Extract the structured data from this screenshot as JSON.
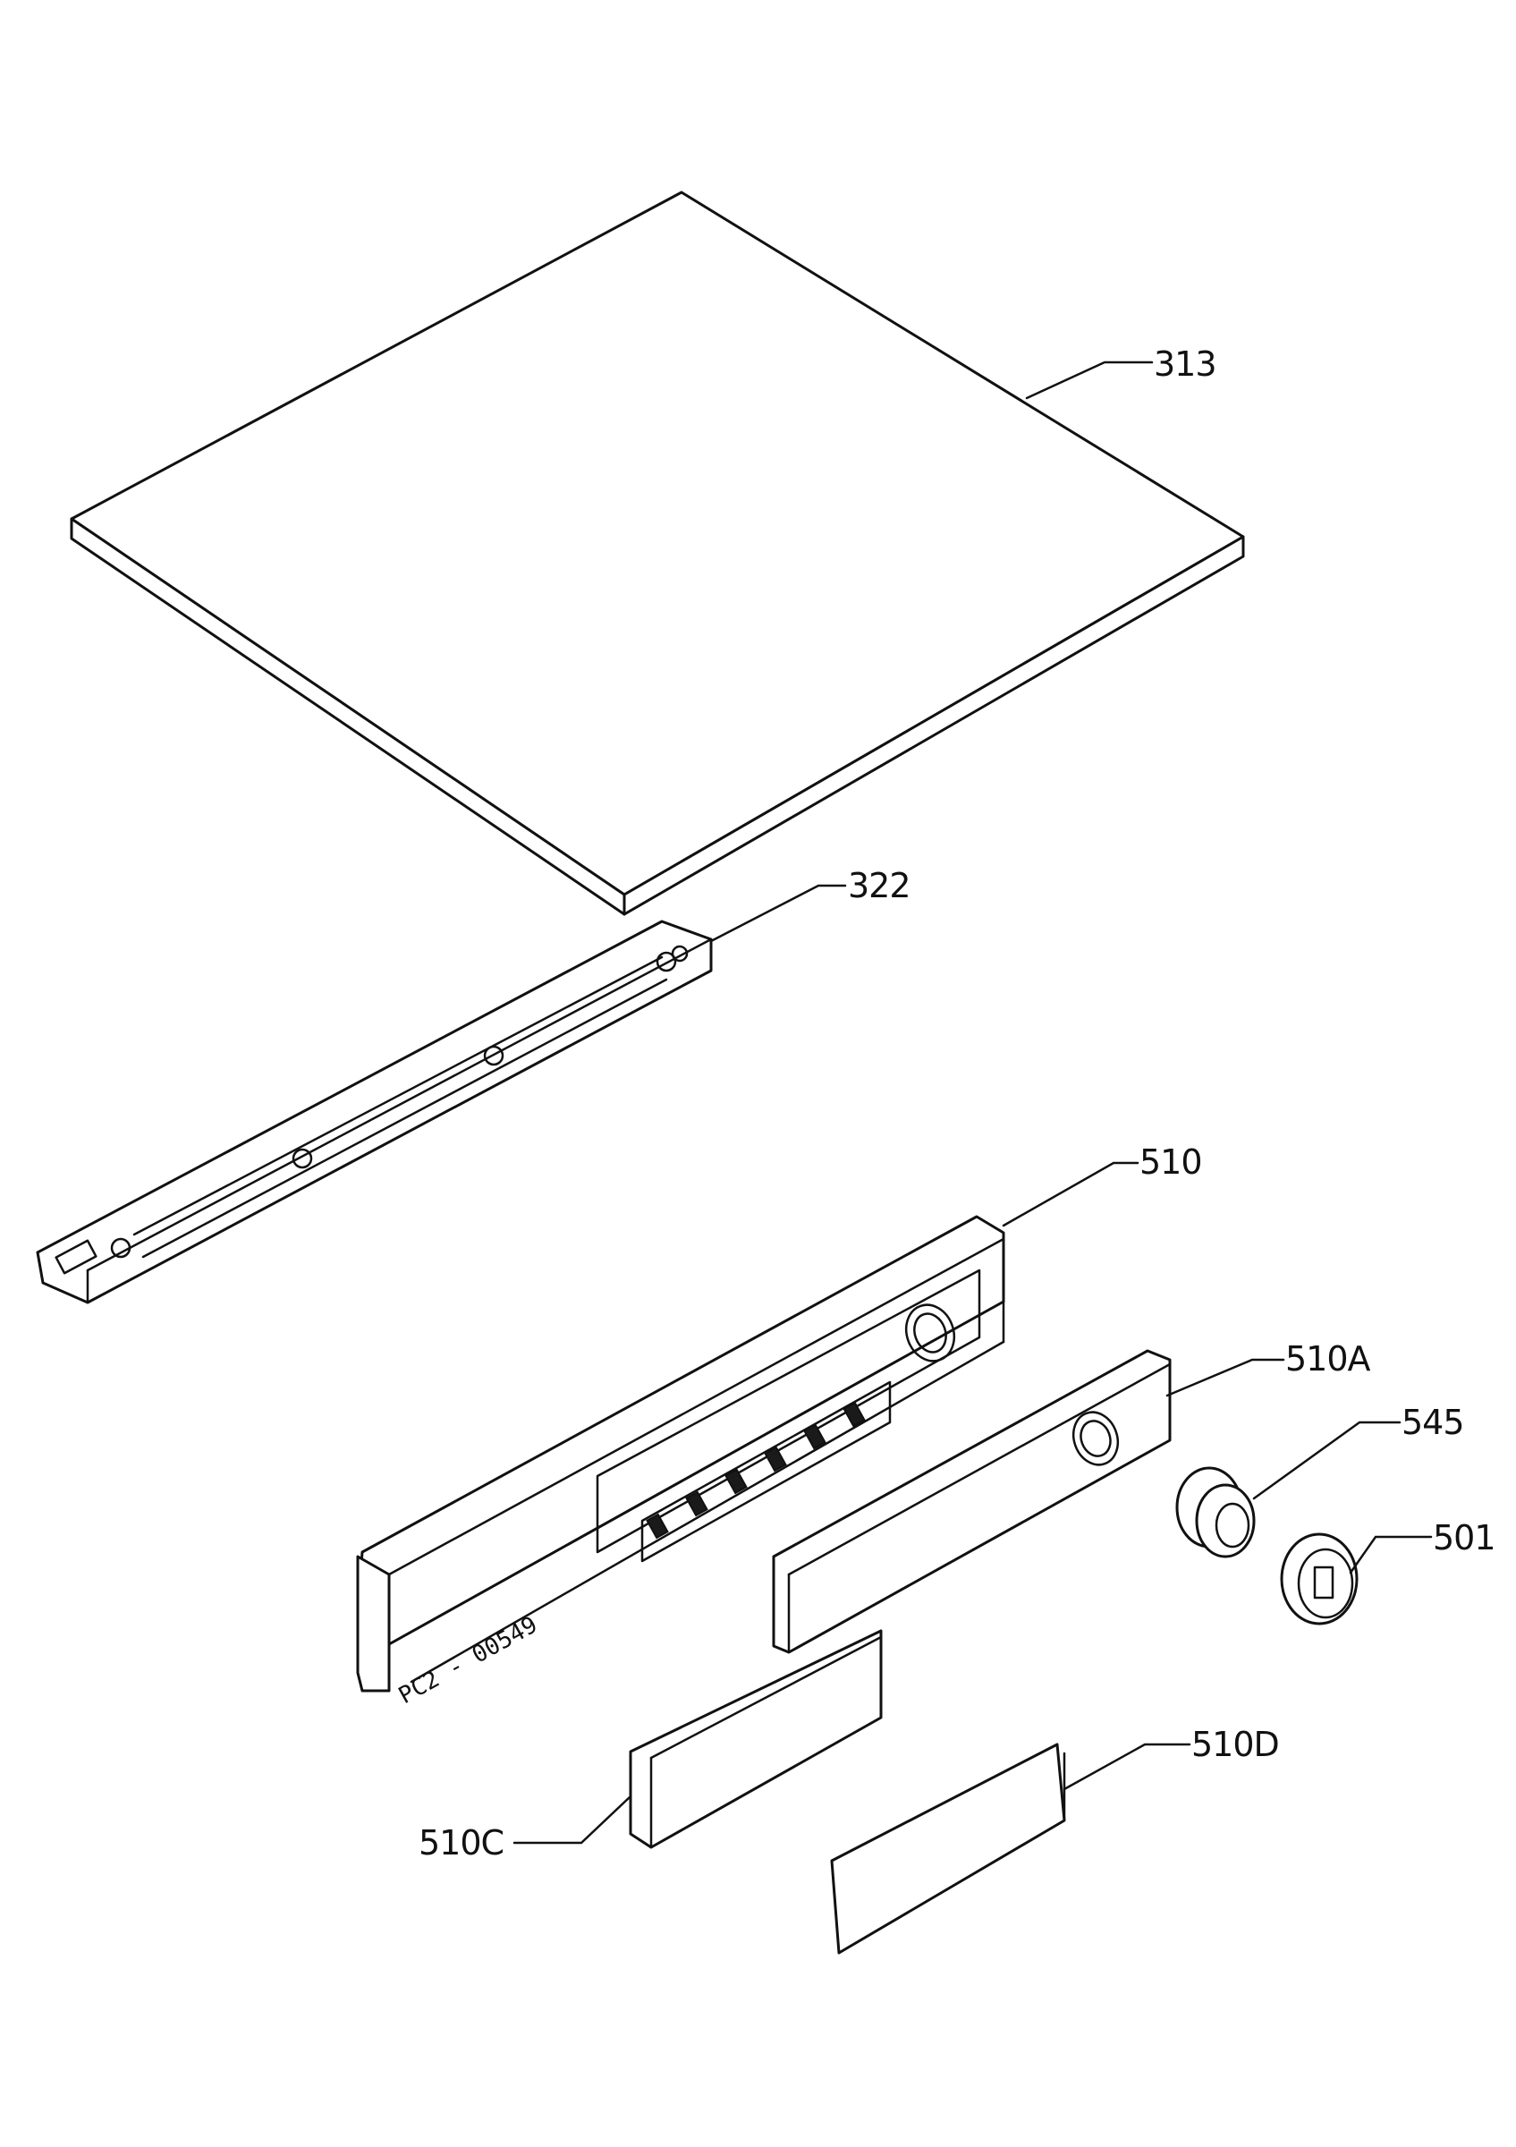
{
  "diagram": {
    "drawing_code": "PC2 - 00549",
    "callouts": [
      {
        "id": "313",
        "text": "313"
      },
      {
        "id": "322",
        "text": "322"
      },
      {
        "id": "510",
        "text": "510"
      },
      {
        "id": "510a",
        "text": "510A"
      },
      {
        "id": "545",
        "text": "545"
      },
      {
        "id": "501",
        "text": "501"
      },
      {
        "id": "510d",
        "text": "510D"
      },
      {
        "id": "510c",
        "text": "510C"
      }
    ]
  }
}
